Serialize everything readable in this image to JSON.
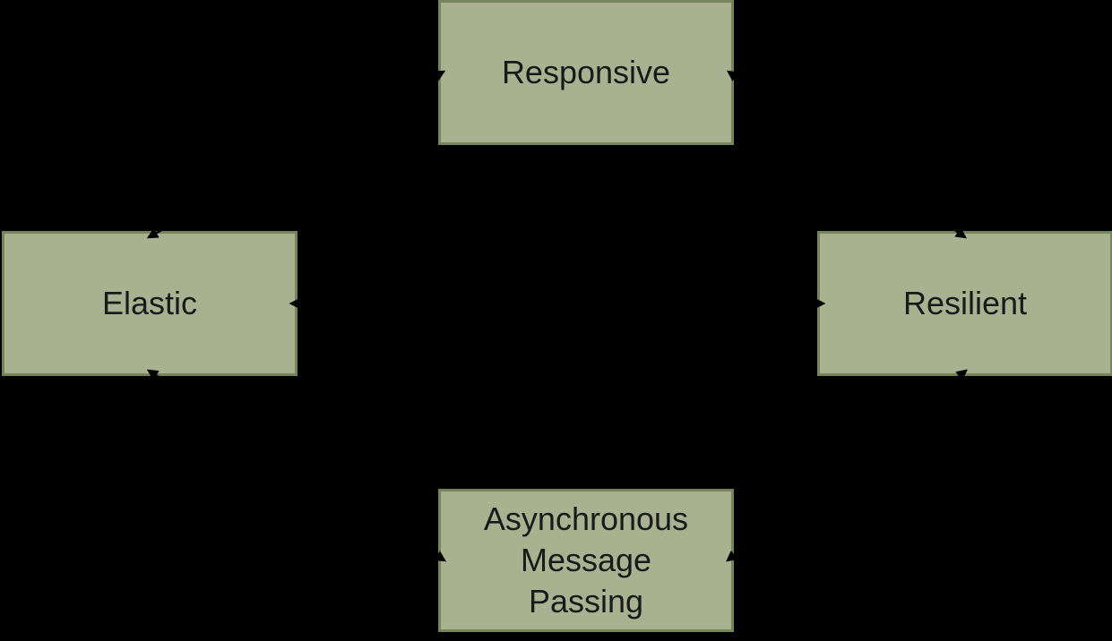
{
  "diagram": {
    "type": "node-link",
    "nodes": [
      {
        "id": "responsive",
        "label": "Responsive"
      },
      {
        "id": "elastic",
        "label": "Elastic"
      },
      {
        "id": "resilient",
        "label": "Resilient"
      },
      {
        "id": "async-message-passing",
        "label": "Asynchronous\nMessage\nPassing"
      }
    ],
    "connections": [
      {
        "from": "elastic",
        "to": "responsive",
        "style": "double-arrow",
        "visible": "arrow tips only (black on black background)"
      },
      {
        "from": "resilient",
        "to": "responsive",
        "style": "double-arrow",
        "visible": "arrow tips only (black on black background)"
      },
      {
        "from": "elastic",
        "to": "resilient",
        "style": "double-arrow",
        "visible": "arrow tips only (black on black background)"
      },
      {
        "from": "async-message-passing",
        "to": "elastic",
        "style": "double-arrow",
        "visible": "arrow tips only (black on black background)"
      },
      {
        "from": "async-message-passing",
        "to": "resilient",
        "style": "double-arrow",
        "visible": "arrow tips only (black on black background)"
      }
    ]
  },
  "colors": {
    "background": "#000000",
    "node_fill": "#a8b290",
    "node_border": "#76845c",
    "text": "#1a1a1a",
    "connector": "#000000"
  }
}
